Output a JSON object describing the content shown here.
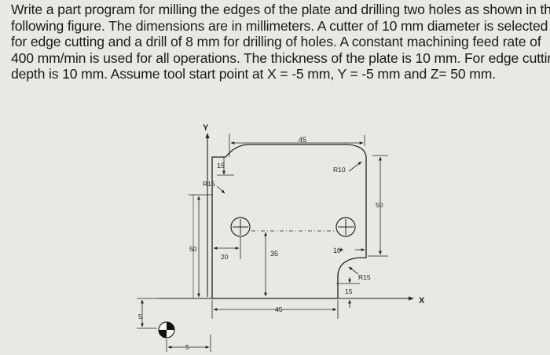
{
  "problem": {
    "lines": [
      "Write a part program for milling the edges of the plate and drilling two holes as shown in the",
      "following figure. The dimensions are in millimeters. A cutter of 10 mm diameter is selected",
      "for edge cutting and a drill of 8 mm for drilling of holes. A constant machining feed rate of",
      "400 mm/min is used for all operations. The thickness of the plate is 10 mm. For edge cutting",
      "depth is 10 mm. Assume tool start point at X = -5 mm, Y = -5 mm and Z= 50 mm."
    ]
  },
  "figure": {
    "axis_x": "X",
    "axis_y": "Y",
    "dims": {
      "top_width": "45",
      "top_step": "15",
      "radius_top_left": "R15",
      "radius_top_right": "R10",
      "right_height": "50",
      "left_height": "50",
      "hole_x": "20",
      "hole_y": "35",
      "hole_spacing": "10",
      "radius_bottom_right": "R15",
      "bottom_step": "15",
      "bottom_width": "45",
      "origin_y_offset": "5",
      "origin_x_offset": "5"
    }
  }
}
